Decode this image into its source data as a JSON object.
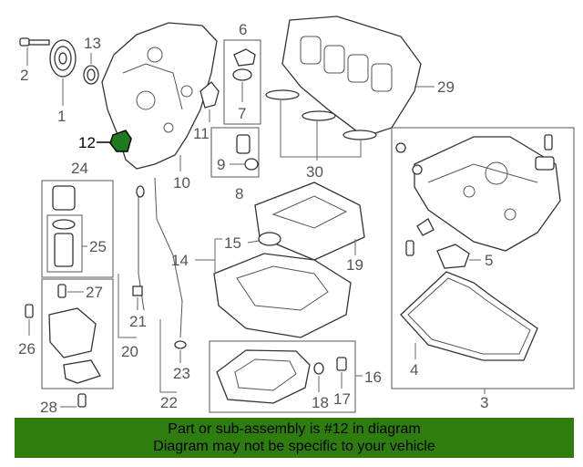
{
  "callouts": {
    "c1": "1",
    "c2": "2",
    "c3": "3",
    "c4": "4",
    "c5": "5",
    "c6": "6",
    "c7": "7",
    "c8": "8",
    "c9": "9",
    "c10": "10",
    "c11": "11",
    "c12": "12",
    "c13": "13",
    "c14": "14",
    "c15": "15",
    "c16": "16",
    "c17": "17",
    "c18": "18",
    "c19": "19",
    "c20": "20",
    "c21": "21",
    "c22": "22",
    "c23": "23",
    "c24": "24",
    "c25": "25",
    "c26": "26",
    "c27": "27",
    "c28": "28",
    "c29": "29",
    "c30": "30"
  },
  "highlight_color": "#1f7a1f",
  "banner": {
    "line1": "Part or sub-assembly is #12 in diagram",
    "line2": "Diagram may not be specific to your vehicle",
    "color": "#2f7d0f"
  }
}
